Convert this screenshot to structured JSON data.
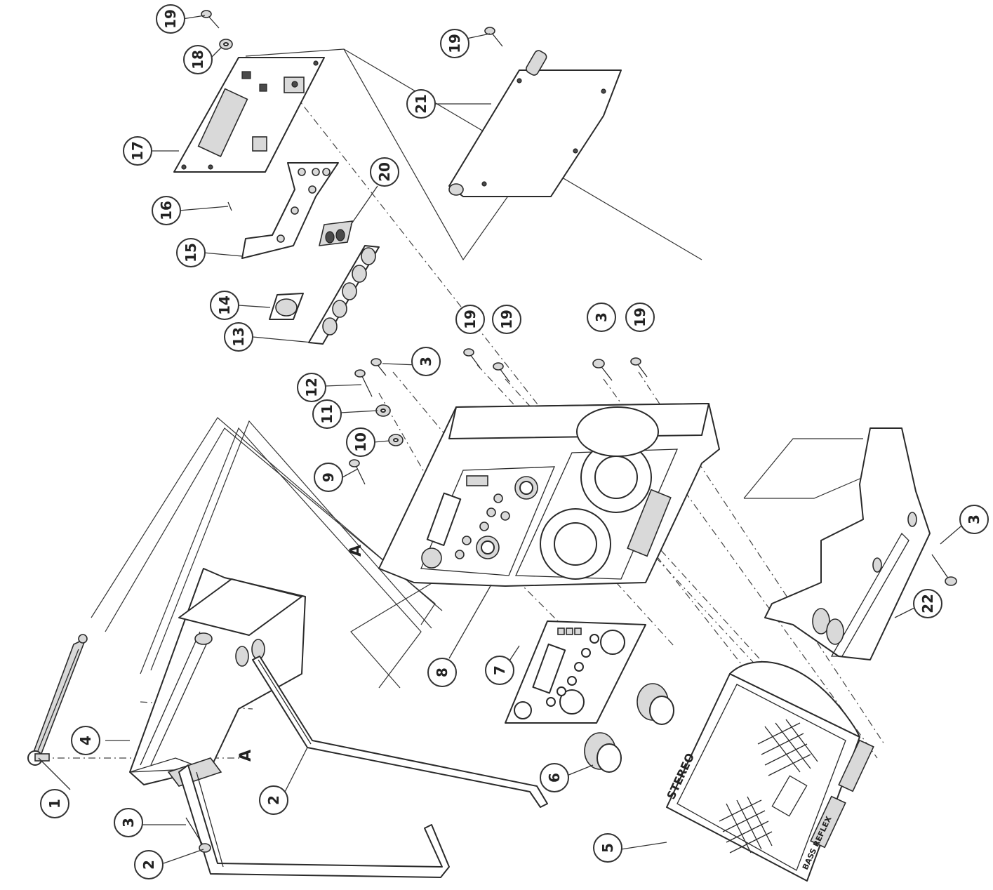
{
  "callouts": [
    {
      "id": "c1",
      "label": "1"
    },
    {
      "id": "c2a",
      "label": "2"
    },
    {
      "id": "c2b",
      "label": "2"
    },
    {
      "id": "c3a",
      "label": "3"
    },
    {
      "id": "c3b",
      "label": "3"
    },
    {
      "id": "c3c",
      "label": "3"
    },
    {
      "id": "c3d",
      "label": "3"
    },
    {
      "id": "c4",
      "label": "4"
    },
    {
      "id": "c5",
      "label": "5"
    },
    {
      "id": "c6",
      "label": "6"
    },
    {
      "id": "c7",
      "label": "7"
    },
    {
      "id": "c8",
      "label": "8"
    },
    {
      "id": "c9",
      "label": "9"
    },
    {
      "id": "c10",
      "label": "10"
    },
    {
      "id": "c11",
      "label": "11"
    },
    {
      "id": "c12",
      "label": "12"
    },
    {
      "id": "c13",
      "label": "13"
    },
    {
      "id": "c14",
      "label": "14"
    },
    {
      "id": "c15",
      "label": "15"
    },
    {
      "id": "c16",
      "label": "16"
    },
    {
      "id": "c17",
      "label": "17"
    },
    {
      "id": "c18",
      "label": "18"
    },
    {
      "id": "c19a",
      "label": "19"
    },
    {
      "id": "c19b",
      "label": "19"
    },
    {
      "id": "c19c",
      "label": "19"
    },
    {
      "id": "c19d",
      "label": "19"
    },
    {
      "id": "c19e",
      "label": "19"
    },
    {
      "id": "c20",
      "label": "20"
    },
    {
      "id": "c21",
      "label": "21"
    },
    {
      "id": "c22",
      "label": "22"
    }
  ],
  "reference_marks": {
    "top": "A",
    "bottom": "A"
  },
  "speaker_grille_text": {
    "brand": "STEREO",
    "model": "BASS REFLEX"
  }
}
